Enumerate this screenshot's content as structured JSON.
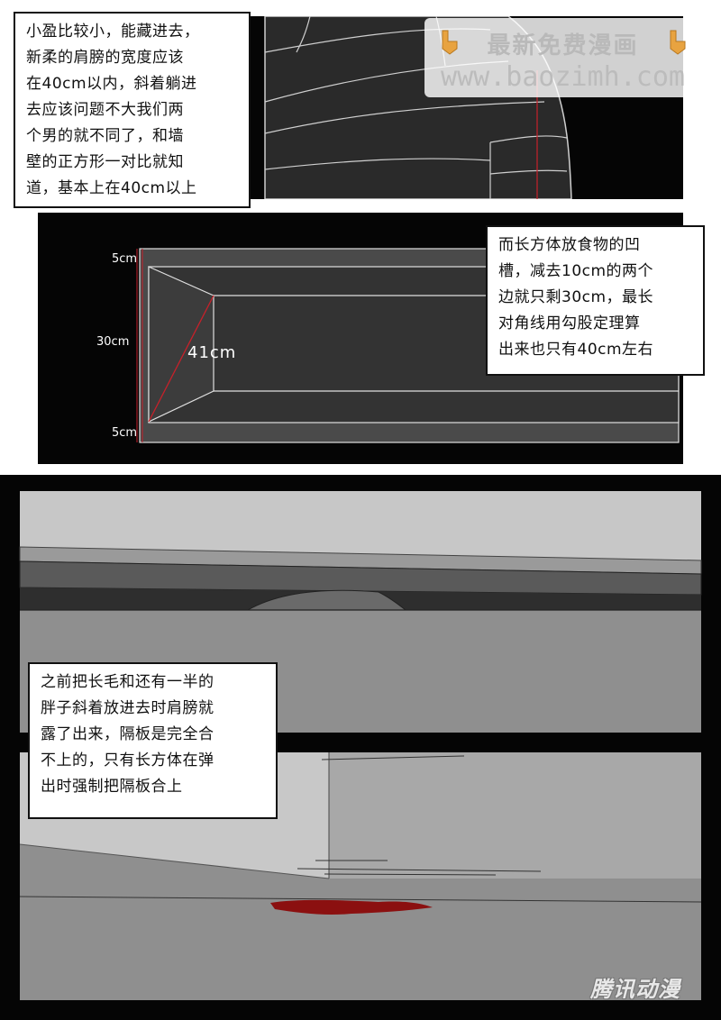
{
  "captions": {
    "top_left": "小盈比较小，能藏进去，\n新柔的肩膀的宽度应该\n在40cm以内，斜着躺进\n去应该问题不大我们两\n个男的就不同了，和墙\n壁的正方形一对比就知\n道，基本上在40cm以上",
    "middle_right": "而长方体放食物的凹\n槽，减去10cm的两个\n边就只剩30cm，最长\n对角线用勾股定理算\n出来也只有40cm左右",
    "bottom_left": "之前把长毛和还有一半的\n胖子斜着放进去时肩膀就\n露了出来，隔板是完全合\n不上的，只有长方体在弹\n出时强制把隔板合上"
  },
  "diagram": {
    "top_margin": "5cm",
    "height": "30cm",
    "diagonal": "41cm",
    "bottom_margin": "5cm"
  },
  "watermark": {
    "title": "最新免费漫画",
    "url": "www.baozimh.com",
    "icon": "pointing-hand-icon"
  },
  "logo": {
    "text": "腾讯动漫"
  },
  "colors": {
    "panel_dark": "#050505",
    "panel_gray": "#8f8f8f",
    "blood": "#8b1010",
    "guide_red": "#c8202a"
  }
}
